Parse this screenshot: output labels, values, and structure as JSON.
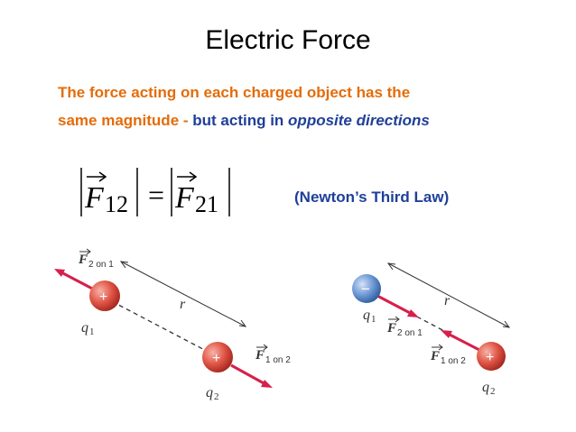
{
  "slide": {
    "title": "Electric Force",
    "line1": "The force acting on each charged object has the",
    "line2_orange": "same magnitude -",
    "line2_blue": " but acting in ",
    "line2_italic": "opposite directions",
    "newton_label": "(Newton’s Third Law)"
  },
  "equation": {
    "vector_symbol": "F",
    "left_sub": "12",
    "right_sub": "21",
    "operator": "="
  },
  "diagram_left": {
    "top_force_main": "F",
    "top_force_sub": "2 on 1",
    "charge1_sign": "+",
    "charge1_label": "q",
    "charge1_sub": "1",
    "distance": "r",
    "charge2_sign": "+",
    "charge2_label": "q",
    "charge2_sub": "2",
    "bottom_force_main": "F",
    "bottom_force_sub": "1 on 2"
  },
  "diagram_right": {
    "charge1_sign": "−",
    "charge1_label": "q",
    "charge1_sub": "1",
    "force_on1_main": "F",
    "force_on1_sub": "2 on 1",
    "distance": "r",
    "force_on2_main": "F",
    "force_on2_sub": "1 on 2",
    "charge2_sign": "+",
    "charge2_label": "q",
    "charge2_sub": "2"
  },
  "colors": {
    "title": "#000000",
    "orange_text": "#e46c0a",
    "blue_text": "#1f3f99",
    "force_arrow": "#d6204b",
    "positive_charge": "#e05545",
    "negative_charge": "#4a7fc4"
  }
}
